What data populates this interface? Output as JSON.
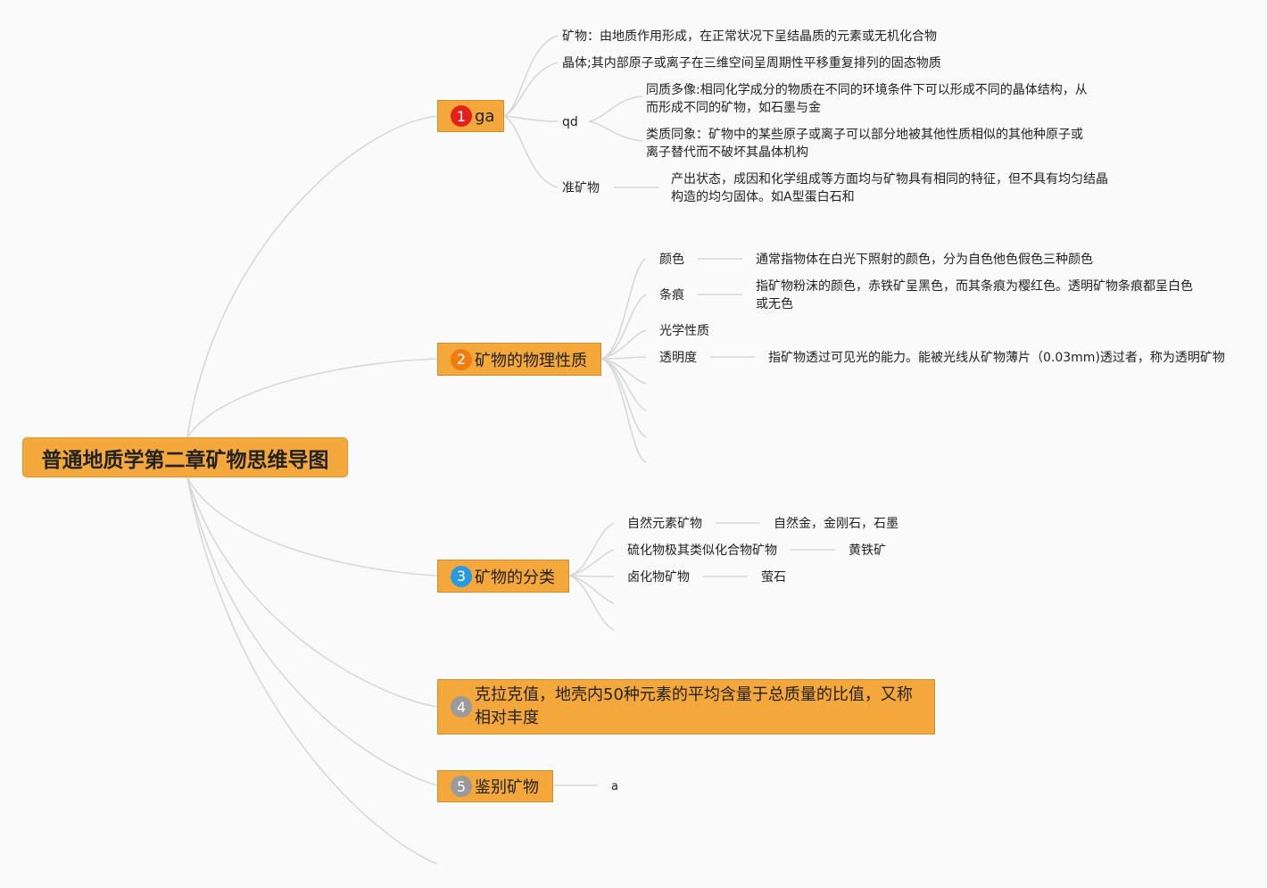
{
  "root": {
    "title": "普通地质学第二章矿物思维导图"
  },
  "b1": {
    "num": "1",
    "title": "ga",
    "mineral": "矿物：由地质作用形成，在正常状况下呈结晶质的元素或无机化合物",
    "crystal": "晶体;其内部原子或离子在三维空间呈周期性平移重复排列的固态物质",
    "qd": "qd",
    "polymorph": "同质多像:相同化学成分的物质在不同的环境条件下可以形成不同的晶体结构，从而形成不同的矿物，如石墨与金",
    "isomorph": "类质同象：矿物中的某些原子或离子可以部分地被其他性质相似的其他种原子或离子替代而不破坏其晶体机构",
    "quasi": "准矿物",
    "quasi_desc": "产出状态，成因和化学组成等方面均与矿物具有相同的特征，但不具有均匀结晶构造的均匀固体。如A型蛋白石和"
  },
  "b2": {
    "num": "2",
    "title": "矿物的物理性质",
    "color": "颜色",
    "color_desc": "通常指物体在白光下照射的颜色，分为自色他色假色三种颜色",
    "streak": "条痕",
    "streak_desc": "指矿物粉沫的颜色，赤铁矿呈黑色，而其条痕为樱红色。透明矿物条痕都呈白色或无色",
    "optical": "光学性质",
    "transparency": "透明度",
    "transparency_desc": "指矿物透过可见光的能力。能被光线从矿物薄片（0.03mm)透过者，称为透明矿物"
  },
  "b3": {
    "num": "3",
    "title": "矿物的分类",
    "native": "自然元素矿物",
    "native_desc": "自然金，金刚石，石墨",
    "sulfide": "硫化物极其类似化合物矿物",
    "sulfide_desc": "黄铁矿",
    "halide": "卤化物矿物",
    "halide_desc": "萤石"
  },
  "b4": {
    "num": "4",
    "title": "克拉克值，地壳内50种元素的平均含量于总质量的比值，又称相对丰度"
  },
  "b5": {
    "num": "5",
    "title": "鉴别矿物",
    "child": "a"
  },
  "colors": {
    "node_fill": "#f4a73a",
    "link": "#d8d8d8",
    "badge_1": "#e3211c",
    "badge_2": "#f07c10",
    "badge_3": "#2a9ae0",
    "badge_4": "#9a9a9a",
    "badge_5": "#9a9a9a"
  }
}
